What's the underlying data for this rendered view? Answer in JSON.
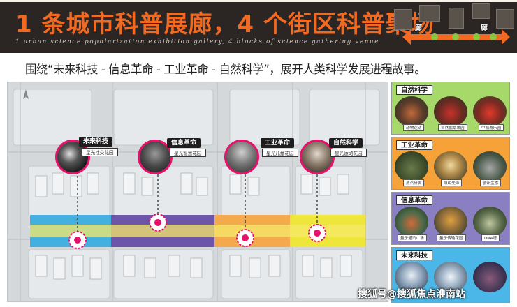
{
  "header": {
    "title": "1 条城市科普展廊，4 个街区科普聚场",
    "subtitle": "1 urban science popularization exhibition gallery, 4 blocks of science gathering venue",
    "arrow_left_label": "廊",
    "arrow_right_label": "廊"
  },
  "tagline": "围绕“未来科技 - 信息革命 - 工业革命 - 自然科学”，展开人类科学发展进程故事。",
  "map": {
    "nodes": [
      {
        "label": "未来科技",
        "sub": "星光社交花园"
      },
      {
        "label": "信息革命",
        "sub": "星光智慧花园"
      },
      {
        "label": "工业革命",
        "sub": "星光儿童花园"
      },
      {
        "label": "自然科学",
        "sub": "星光运动花园"
      }
    ],
    "band_colors": [
      "#29a9e0",
      "#5b3fa0",
      "#f7a238",
      "#f2e829"
    ]
  },
  "panels": [
    {
      "title": "自然科学",
      "color": "#a6d96a",
      "thumbs": [
        "动物运动",
        "自然鹦鹉果园",
        "中秋游乐园"
      ]
    },
    {
      "title": "工业革命",
      "color": "#f7a238",
      "thumbs": [
        "蒸汽研发",
        "照明先锋",
        "创新生态"
      ]
    },
    {
      "title": "信息革命",
      "color": "#8a7fc2",
      "thumbs": [
        "量子通讯广场",
        "量子传输花园",
        "DNA塔"
      ]
    },
    {
      "title": "未来科技",
      "color": "#4bb6e8",
      "thumbs": [
        "",
        "",
        ""
      ]
    }
  ],
  "watermark": "搜狐号@搜狐焦点淮南站",
  "accent_color": "#f26a21",
  "marker_color": "#e6126b"
}
